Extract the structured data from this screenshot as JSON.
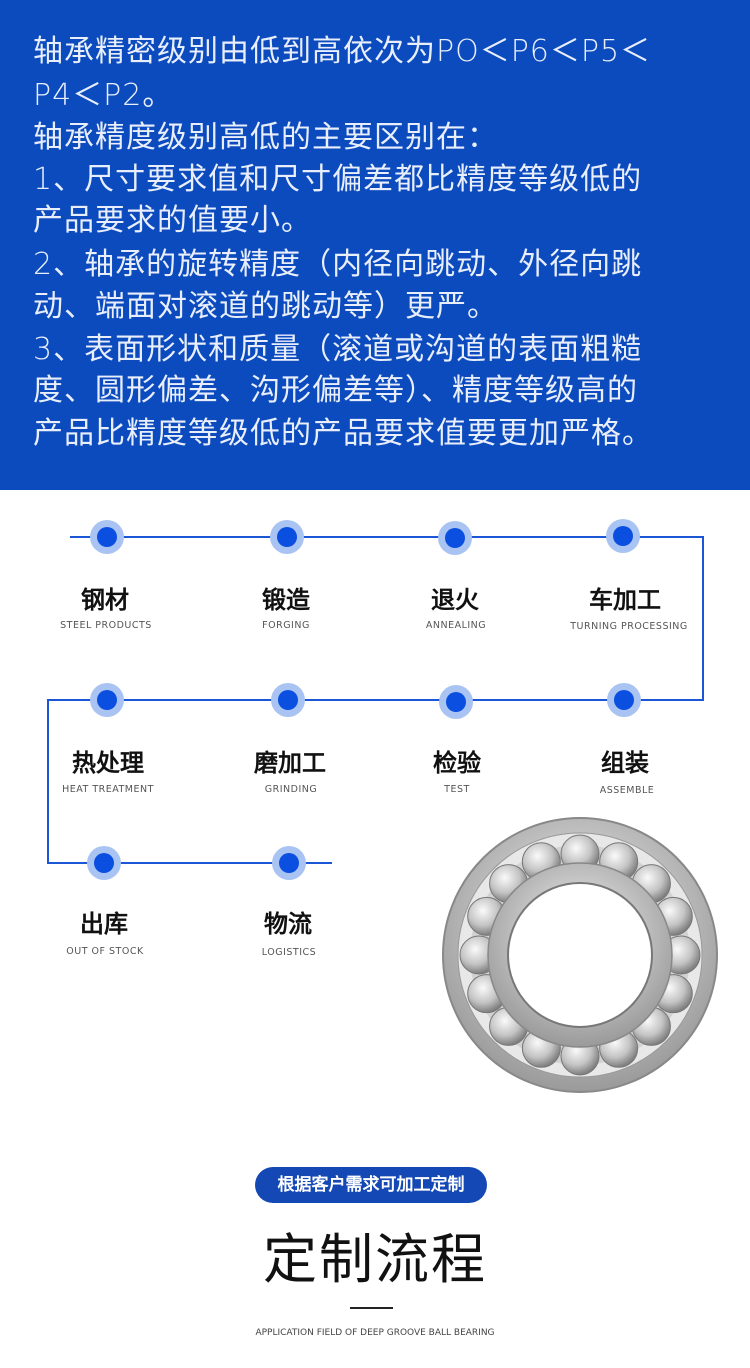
{
  "intro": {
    "lines": [
      "轴承精密级别由低到高依次为PO＜P6＜P5＜",
      "P4＜P2。",
      "轴承精度级别高低的主要区别在：",
      "1、尺寸要求值和尺寸偏差都比精度等级低的",
      "产品要求的值要小。",
      "2、轴承的旋转精度（内径向跳动、外径向跳",
      "动、端面对滚道的跳动等）更严。",
      "3、表面形状和质量（滚道或沟道的表面粗糙",
      "度、圆形偏差、沟形偏差等）、精度等级高的",
      "产品比精度等级低的产品要求值要更加严格。"
    ]
  },
  "steps": [
    {
      "cn": "钢材",
      "en": "STEEL PRODUCTS"
    },
    {
      "cn": "锻造",
      "en": "FORGING"
    },
    {
      "cn": "退火",
      "en": "ANNEALING"
    },
    {
      "cn": "车加工",
      "en": "TURNING PROCESSING"
    },
    {
      "cn": "热处理",
      "en": "HEAT TREATMENT"
    },
    {
      "cn": "磨加工",
      "en": "GRINDING"
    },
    {
      "cn": "检验",
      "en": "TEST"
    },
    {
      "cn": "组装",
      "en": "ASSEMBLE"
    },
    {
      "cn": "出库",
      "en": "OUT OF STOCK"
    },
    {
      "cn": "物流",
      "en": "LOGISTICS"
    }
  ],
  "footer": {
    "badge": "根据客户需求可加工定制",
    "title": "定制流程",
    "subtitle": "APPLICATION FIELD OF DEEP GROOVE BALL BEARING"
  },
  "colors": {
    "panel": "#0b4bbd",
    "accent": "#0a4fe0"
  }
}
